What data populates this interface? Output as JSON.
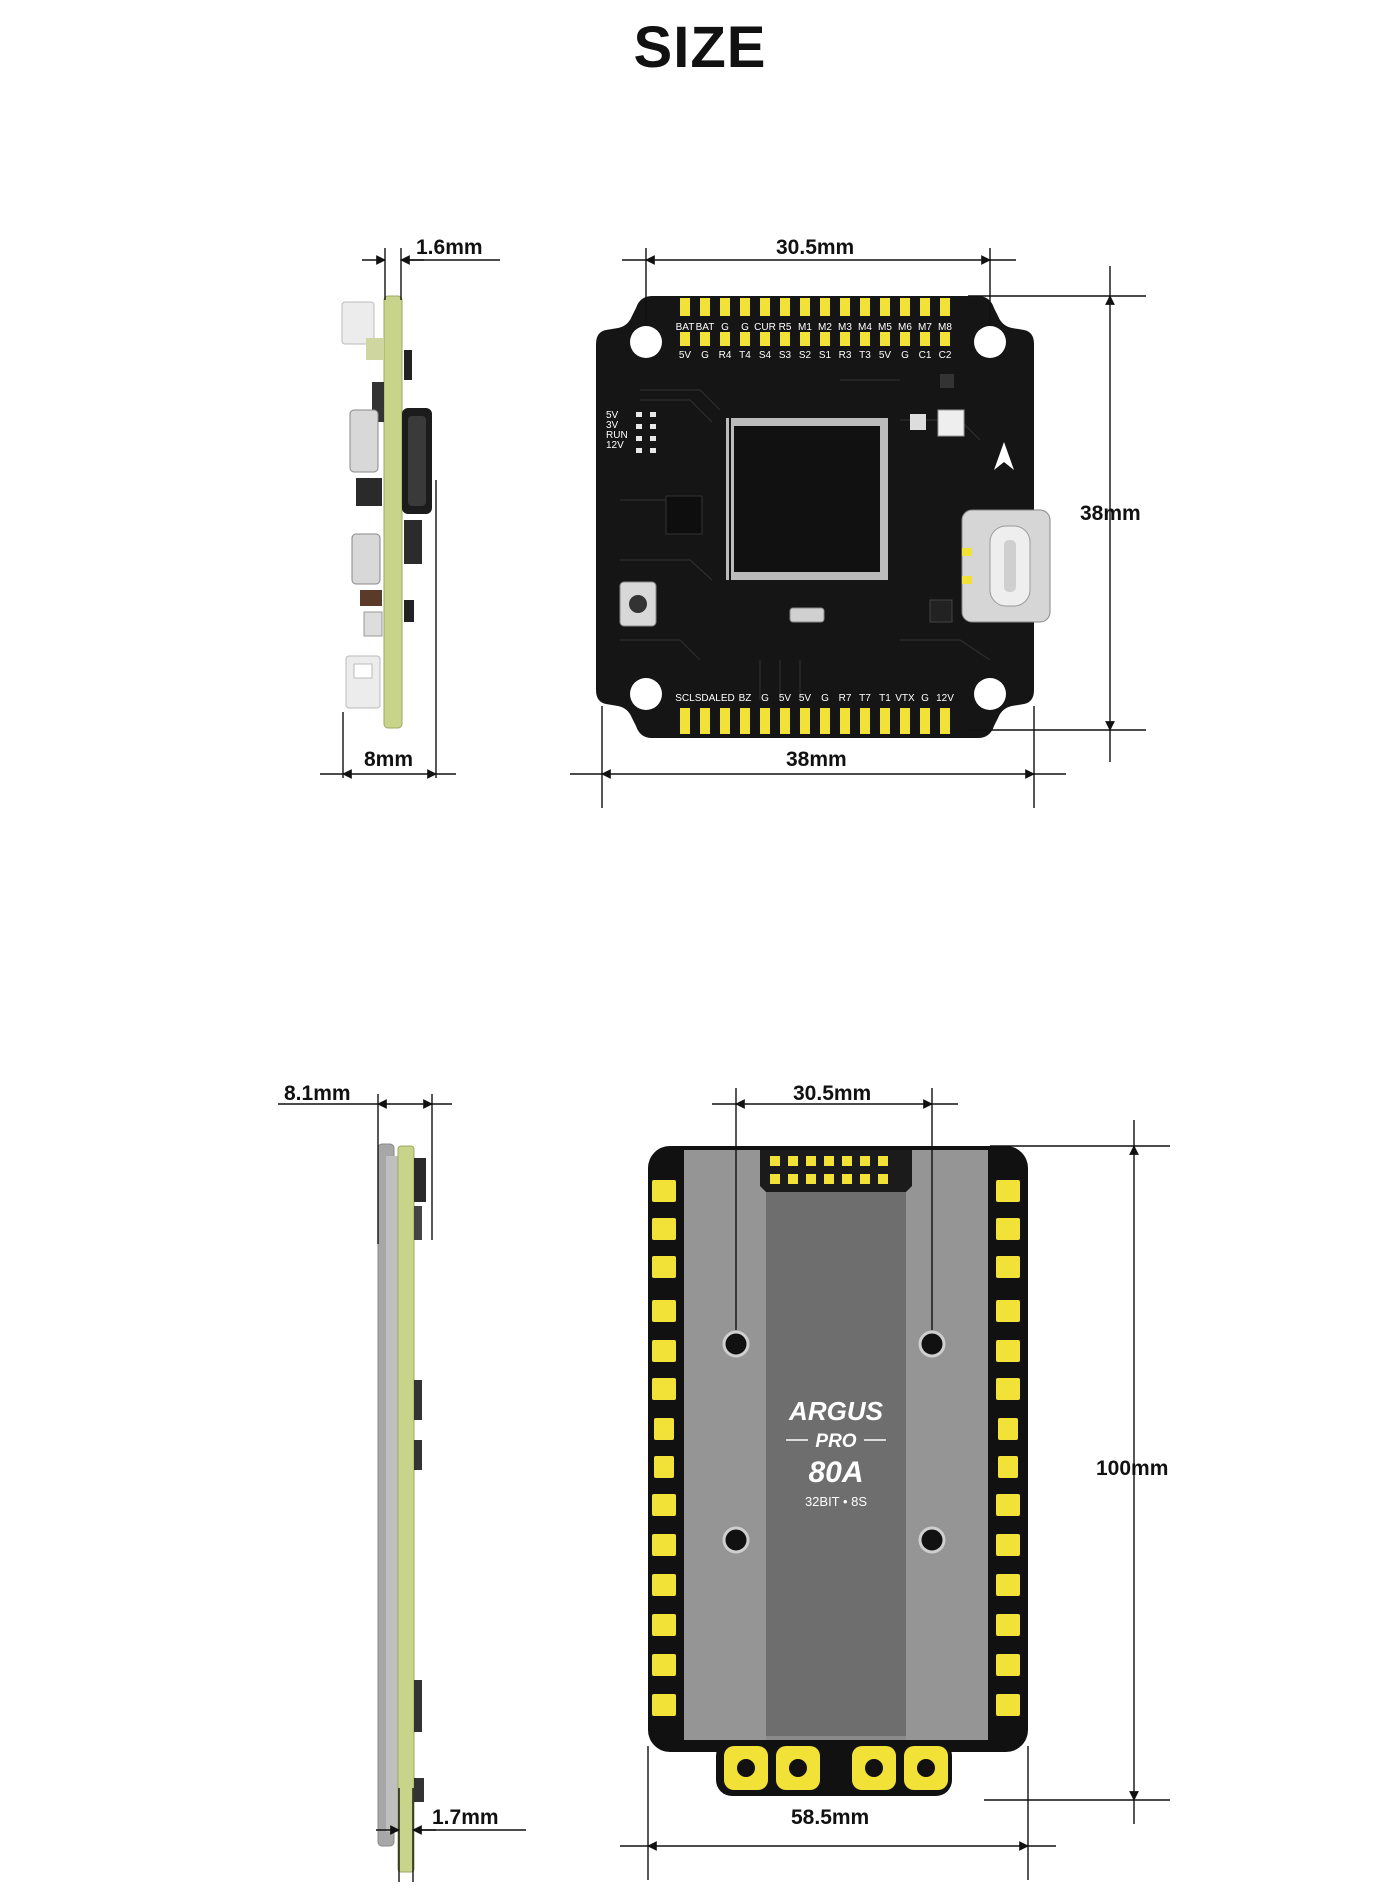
{
  "title": "SIZE",
  "fc": {
    "side_thickness": "1.6mm",
    "side_height": "8mm",
    "mount_spacing": "30.5mm",
    "board_height": "38mm",
    "board_width": "38mm",
    "top_pads": [
      "BAT",
      "BAT",
      "G",
      "G",
      "CUR",
      "R5",
      "M1",
      "M2",
      "M3",
      "M4",
      "M5",
      "M6",
      "M7",
      "M8"
    ],
    "top_pads2": [
      "5V",
      "G",
      "R4",
      "T4",
      "S4",
      "S3",
      "S2",
      "S1",
      "R3",
      "T3",
      "5V",
      "G",
      "C1",
      "C2"
    ],
    "bottom_pads": [
      "SCL",
      "SDA",
      "LED",
      "BZ",
      "G",
      "5V",
      "5V",
      "G",
      "R7",
      "T7",
      "T1",
      "VTX",
      "G",
      "12V"
    ],
    "led_labels": [
      "5V",
      "3V",
      "RUN",
      "12V"
    ]
  },
  "esc": {
    "side_thickness": "8.1mm",
    "side_pcb": "1.7mm",
    "mount_spacing": "30.5mm",
    "board_height": "100mm",
    "board_width": "58.5mm",
    "brand": "ARGUS",
    "model": "PRO",
    "current": "80A",
    "spec": "32BIT • 8S"
  }
}
